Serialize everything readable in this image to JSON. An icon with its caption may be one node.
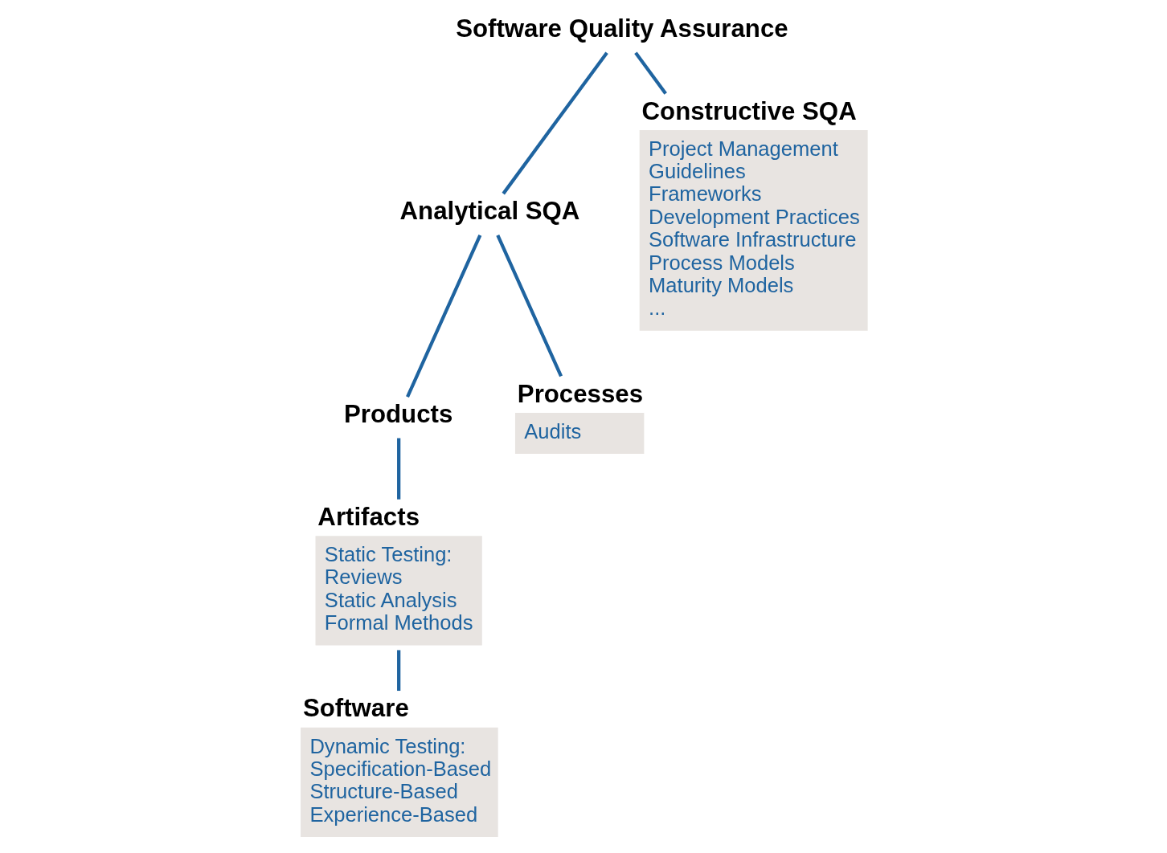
{
  "diagram": {
    "nodes": [
      {
        "text": [
          "Software Quality Assurance"
        ]
      },
      {
        "text": [
          "Analytical SQA"
        ]
      },
      {
        "text": [
          "Constructive SQA",
          "Project Management",
          "Guidelines",
          "Frameworks",
          "Development Practices",
          "Software Infrastructure",
          "Process Models",
          "Maturity Models",
          "..."
        ]
      },
      {
        "text": [
          "Products"
        ]
      },
      {
        "text": [
          "Processes",
          "Audits"
        ]
      },
      {
        "text": [
          "Artifacts",
          "Static Testing:",
          "Reviews",
          "Static Analysis",
          "Formal Methods"
        ]
      },
      {
        "text": [
          "Software",
          "Dynamic Testing:",
          "Specification-Based",
          "Structure-Based",
          "Experience-Based"
        ]
      }
    ],
    "edges": [
      {
        "from": 0,
        "to": 1,
        "arrow": "none"
      },
      {
        "from": 0,
        "to": 2,
        "arrow": "none"
      },
      {
        "from": 1,
        "to": 3,
        "arrow": "none"
      },
      {
        "from": 1,
        "to": 4,
        "arrow": "none"
      },
      {
        "from": 3,
        "to": 5,
        "arrow": "none"
      },
      {
        "from": 5,
        "to": 6,
        "arrow": "none"
      }
    ]
  }
}
